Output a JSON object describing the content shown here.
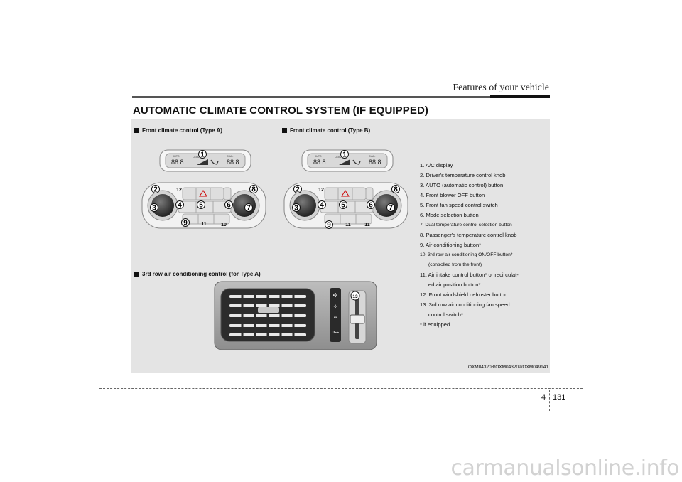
{
  "header": {
    "title": "Features of your vehicle"
  },
  "section": {
    "title": "AUTOMATIC CLIMATE CONTROL SYSTEM (IF EQUIPPED)"
  },
  "figures": {
    "type_a_caption": "Front climate control (Type A)",
    "type_b_caption": "Front climate control (Type B)",
    "rear_caption": "3rd row air conditioning control (for Type A)",
    "display_segment": "88.8",
    "display_labels": [
      "AUTO",
      "CLIMATE",
      "DUAL"
    ],
    "off_label": "OFF",
    "callouts_type_a": [
      "1",
      "2",
      "3",
      "4",
      "5",
      "6",
      "7",
      "8",
      "9",
      "11",
      "10",
      "12"
    ],
    "callouts_type_b": [
      "1",
      "2",
      "3",
      "4",
      "5",
      "6",
      "7",
      "8",
      "9",
      "11",
      "11",
      "12"
    ],
    "callout_rear": "13"
  },
  "legend": {
    "items": [
      {
        "text": "1. A/C display"
      },
      {
        "text": "2. Driver's temperature control knob"
      },
      {
        "text": "3. AUTO (automatic control) button"
      },
      {
        "text": "4. Front blower OFF button"
      },
      {
        "text": "5. Front fan speed control switch"
      },
      {
        "text": "6. Mode selection button"
      },
      {
        "text": "7. Dual temperature control selection button"
      },
      {
        "text": "8. Passenger's temperature control knob"
      },
      {
        "text": "9. Air conditioning button*"
      },
      {
        "text": "10. 3rd row air conditioning ON/OFF button*",
        "sub": "(controlled from the front)"
      },
      {
        "text": "11. Air intake control button* or recirculat-",
        "sub": "ed air position button*"
      },
      {
        "text": "12. Front windshield defroster button"
      },
      {
        "text": "13. 3rd row air conditioning fan speed",
        "sub": "control switch*"
      },
      {
        "text": "* if equipped"
      }
    ],
    "figure_ref": "OXM043208/OXM043209/OXM049141"
  },
  "footer": {
    "chapter": "4",
    "page": "131"
  },
  "watermark": "carmanualsonline.info"
}
